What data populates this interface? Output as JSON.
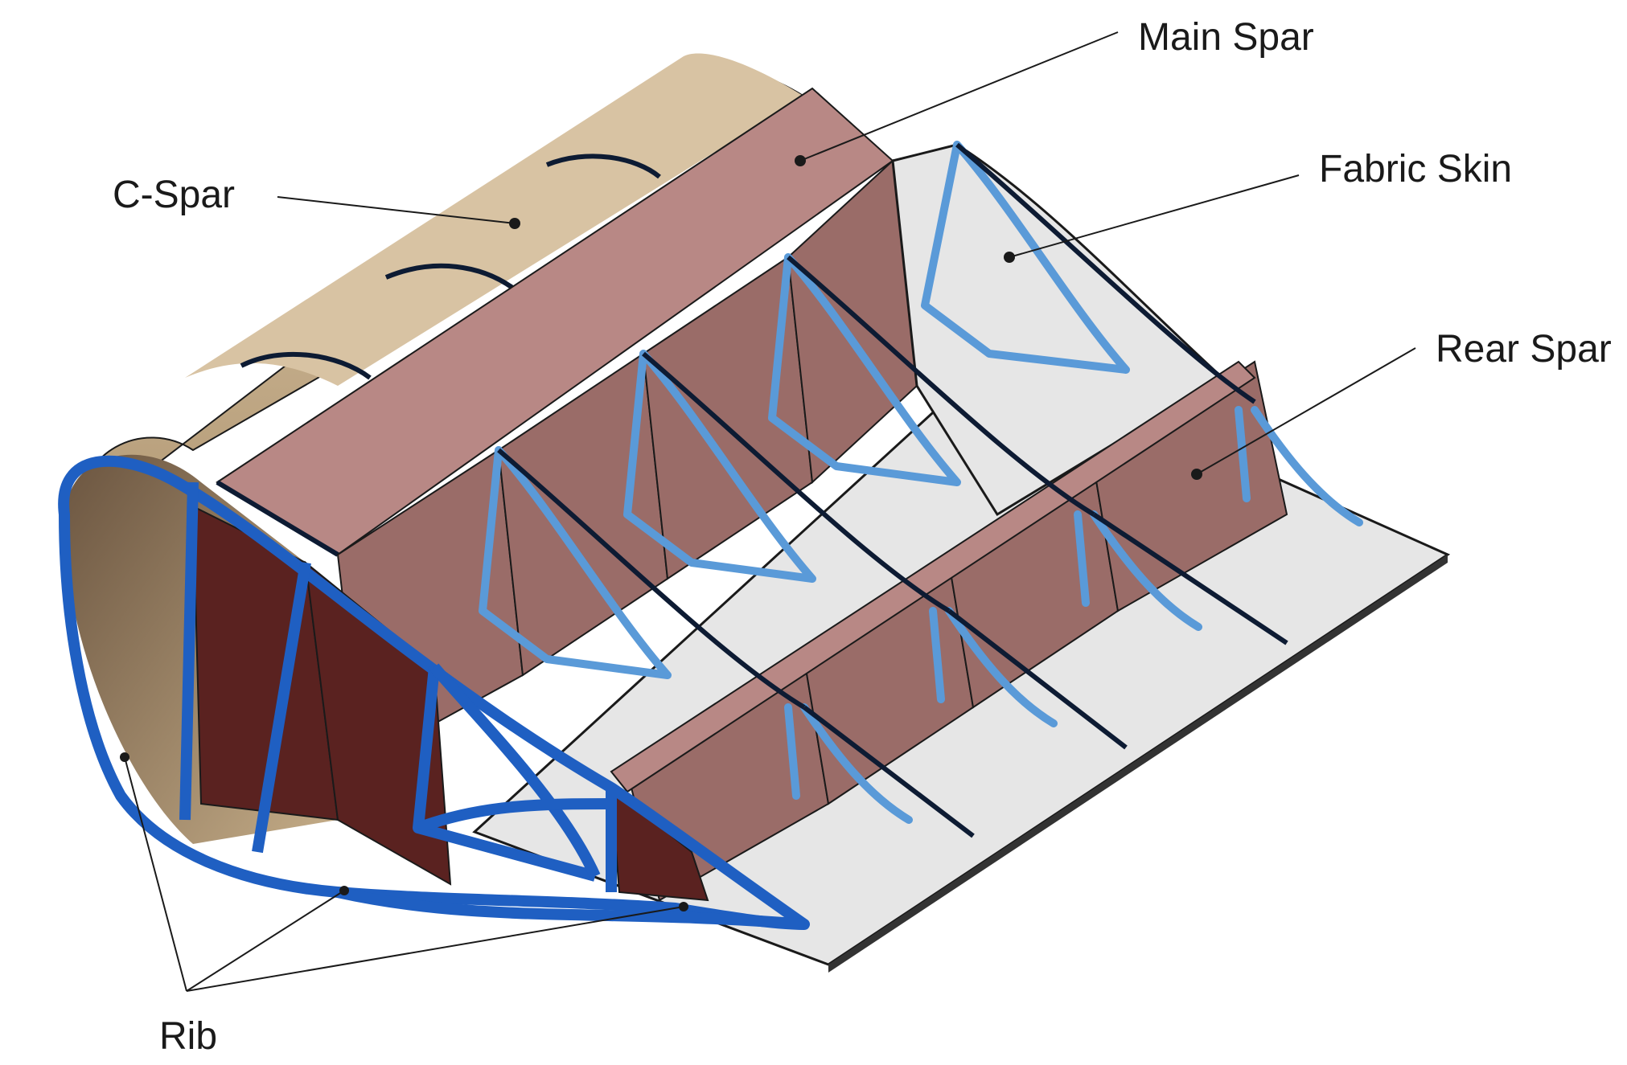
{
  "labels": {
    "main_spar": "Main Spar",
    "c_spar": "C-Spar",
    "fabric_skin": "Fabric Skin",
    "rear_spar": "Rear Spar",
    "rib": "Rib"
  },
  "colors": {
    "c_spar": "#cdb594",
    "main_spar": "#b88885",
    "rib": "#1f5fc2",
    "truss": "#5a9ad8",
    "fabric_skin": "#e6e6e6",
    "bay_web": "#9a6c68"
  }
}
